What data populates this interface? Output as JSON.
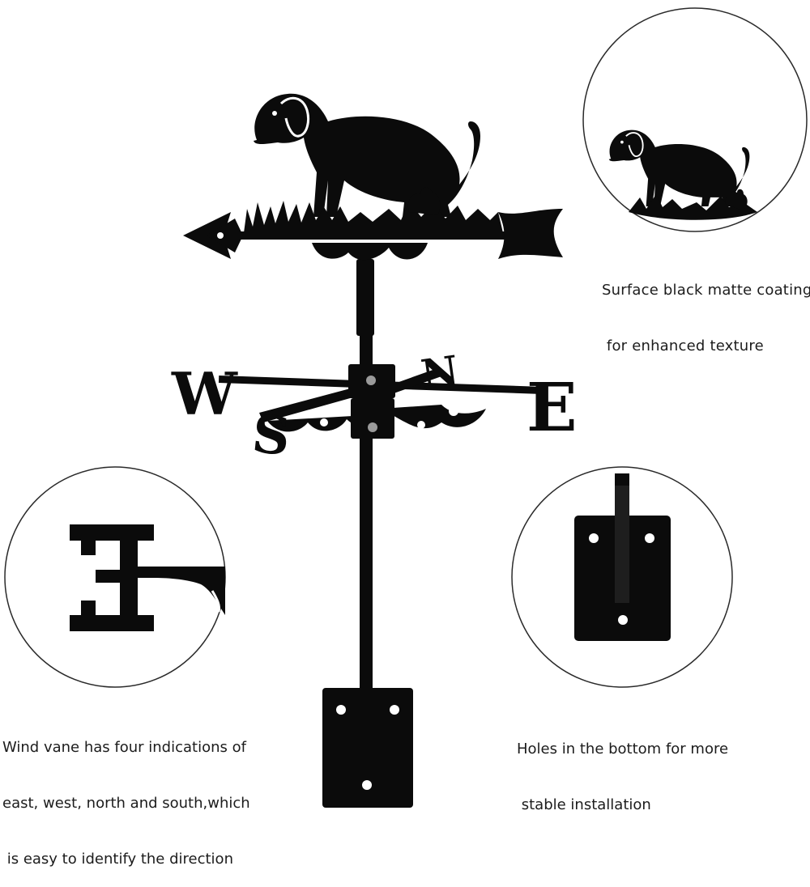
{
  "captions": {
    "surface": {
      "line1": "Surface black matte coating",
      "line2": " for enhanced texture"
    },
    "wind": {
      "line1": "Wind vane has four indications of",
      "line2": "east, west, north and south,which",
      "line3": " is easy to identify the direction"
    },
    "holes": {
      "line1": "Holes in the bottom for more",
      "line2": " stable installation"
    }
  },
  "compass_letters": {
    "west": "W",
    "east": "E",
    "north": "N",
    "south": "S"
  },
  "colors": {
    "metal": "#0b0b0b",
    "background": "#ffffff",
    "detail_circle_border": "#2a2a2a",
    "caption_text": "#1c1c1c"
  },
  "subjects": {
    "topper_figure": "dog-silhouette-icon",
    "pointer": "arrow-icon",
    "mount": "mounting-plate-icon"
  }
}
